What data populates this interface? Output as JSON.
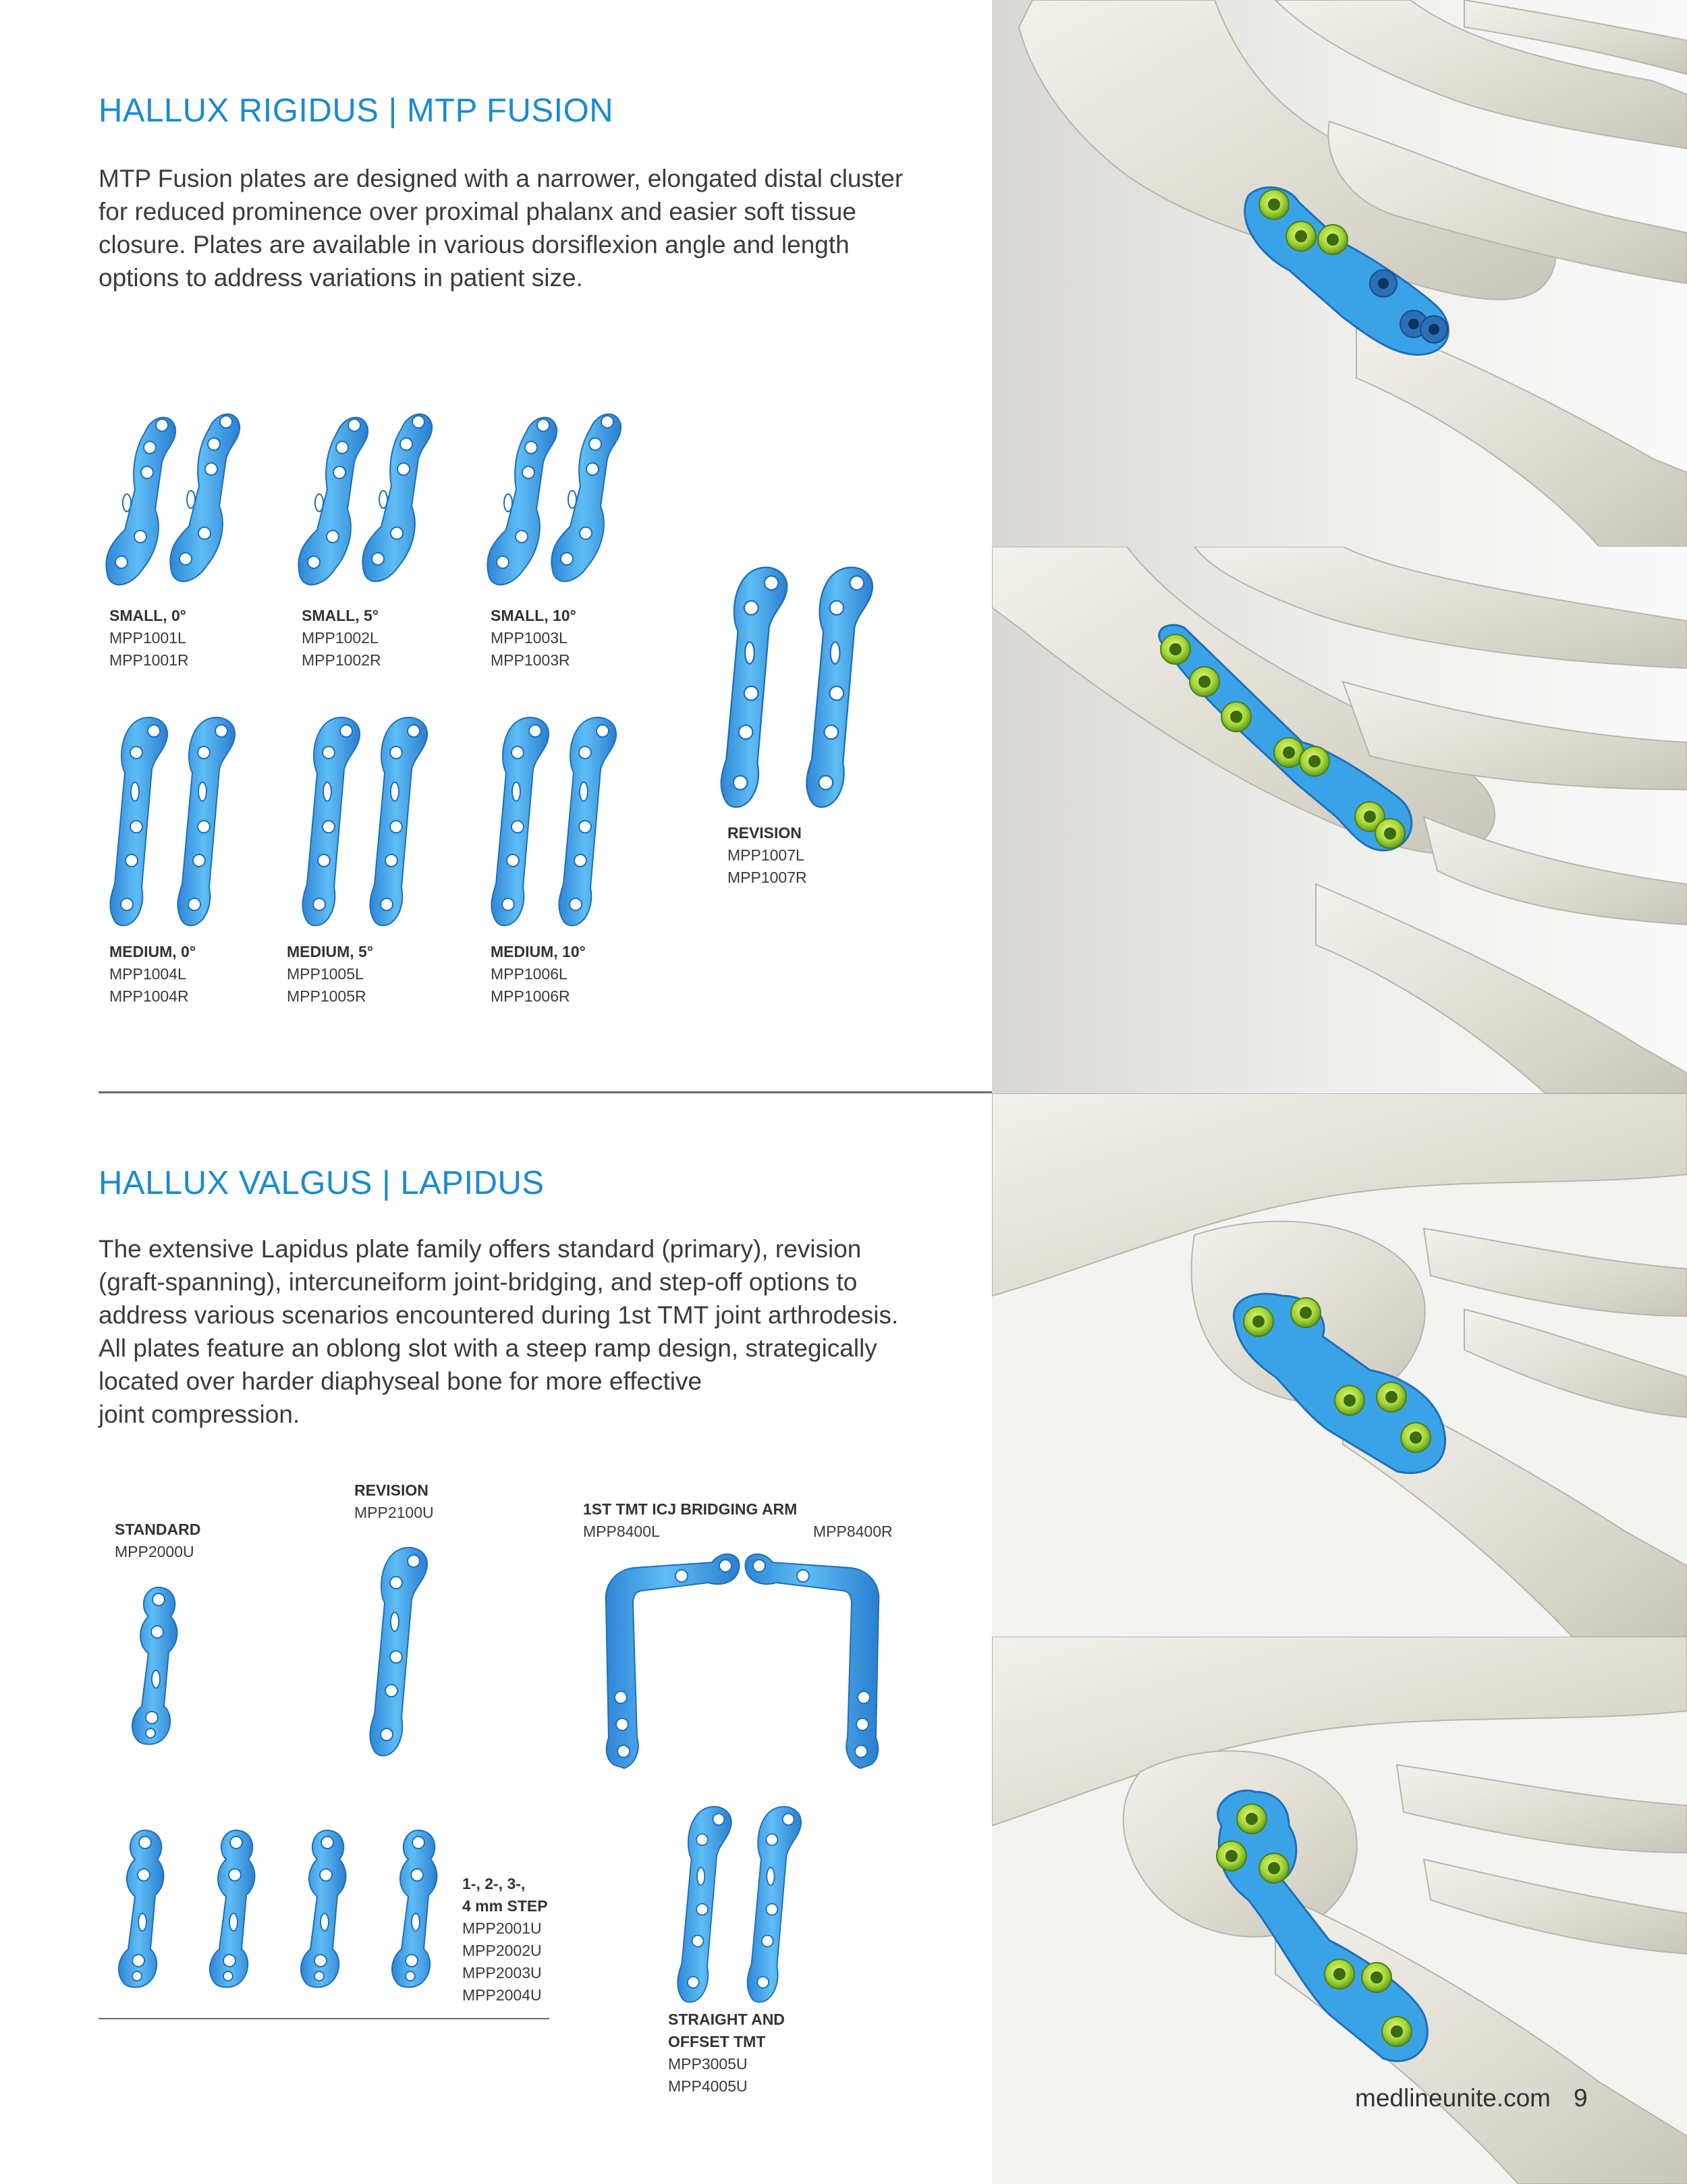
{
  "section1": {
    "title": "HALLUX RIGIDUS | MTP FUSION",
    "description_lines": [
      "MTP Fusion plates are designed with a narrower, elongated distal cluster",
      "for reduced prominence over proximal phalanx and easier soft tissue",
      "closure. Plates are available in various dorsiflexion angle and length",
      "options to address variations in patient size."
    ],
    "plates": [
      {
        "name": "SMALL, 0°",
        "codes": [
          "MPP1001L",
          "MPP1001R"
        ]
      },
      {
        "name": "SMALL, 5°",
        "codes": [
          "MPP1002L",
          "MPP1002R"
        ]
      },
      {
        "name": "SMALL, 10°",
        "codes": [
          "MPP1003L",
          "MPP1003R"
        ]
      },
      {
        "name": "MEDIUM, 0°",
        "codes": [
          "MPP1004L",
          "MPP1004R"
        ]
      },
      {
        "name": "MEDIUM, 5°",
        "codes": [
          "MPP1005L",
          "MPP1005R"
        ]
      },
      {
        "name": "MEDIUM, 10°",
        "codes": [
          "MPP1006L",
          "MPP1006R"
        ]
      },
      {
        "name": "REVISION",
        "codes": [
          "MPP1007L",
          "MPP1007R"
        ]
      }
    ]
  },
  "section2": {
    "title": "HALLUX VALGUS | LAPIDUS",
    "description_lines": [
      "The extensive Lapidus plate family offers standard (primary), revision",
      "(graft-spanning), intercuneiform joint-bridging, and step-off options to",
      "address various scenarios encountered during 1st TMT joint arthrodesis.",
      "All plates feature an oblong slot with a steep ramp design, strategically",
      "located over harder diaphyseal bone for more effective",
      "joint compression."
    ],
    "standard": {
      "name": "STANDARD",
      "code": "MPP2000U"
    },
    "revision": {
      "name": "REVISION",
      "code": "MPP2100U"
    },
    "bridging": {
      "name": "1ST TMT ICJ BRIDGING ARM",
      "code_left": "MPP8400L",
      "code_right": "MPP8400R"
    },
    "step": {
      "name_lines": [
        "1-, 2-, 3-,",
        "4 mm STEP"
      ],
      "codes": [
        "MPP2001U",
        "MPP2002U",
        "MPP2003U",
        "MPP2004U"
      ]
    },
    "straight": {
      "name_lines": [
        "STRAIGHT AND",
        "OFFSET TMT"
      ],
      "codes": [
        "MPP3005U",
        "MPP4005U"
      ]
    }
  },
  "footer": {
    "website": "medlineunite.com",
    "page_number": "9"
  },
  "colors": {
    "title_blue": "#1a8bd0",
    "plate_blue": "#3aa3e8",
    "screw_green": "#a4d93a",
    "bone": "#e6e4dc"
  }
}
